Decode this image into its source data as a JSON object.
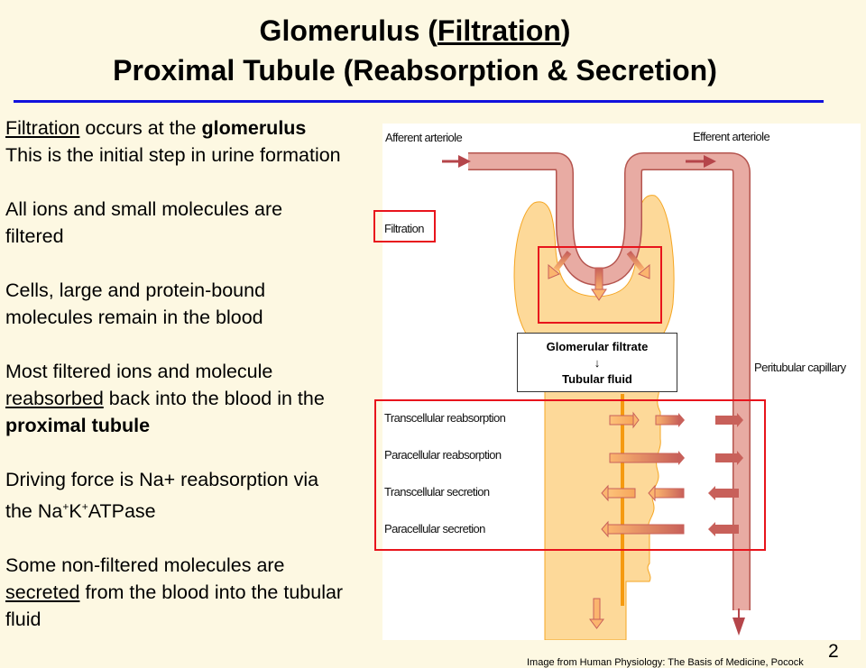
{
  "slide": {
    "title": {
      "line1_prefix": "Glomerulus (",
      "line1_underlined": "Filtration",
      "line1_suffix": ")",
      "line2": "Proximal Tubule (Reabsorption & Secretion)"
    },
    "body": {
      "p1": {
        "underlined": "Filtration",
        "text": " occurs at the ",
        "bold": "glomerulus",
        "line2": "This is the initial step in urine formation"
      },
      "p2": "All ions and small molecules are filtered",
      "p3": "Cells, large and protein-bound molecules remain in the blood",
      "p4": {
        "line1": "Most filtered ions and molecule",
        "underlined": "reabsorbed",
        "text": " back into the blood in the ",
        "bold": "proximal tubule"
      },
      "p5": {
        "text": "Driving force is Na+ reabsorption via the Na",
        "sup1": "+",
        "k": "K",
        "sup2": "+",
        "tail": "ATPase"
      },
      "p6": {
        "line1": "Some non-filtered molecules are",
        "underlined": "secreted",
        "text": " from the blood into the tubular fluid"
      }
    },
    "diagram": {
      "labels": {
        "afferent": "Afferent arteriole",
        "efferent": "Efferent arteriole",
        "filtration": "Filtration",
        "peritubular": "Peritubular capillary",
        "filtrate_line1": "Glomerular filtrate",
        "filtrate_arrow": "↓",
        "filtrate_line2": "Tubular fluid"
      },
      "processes": [
        {
          "label": "Transcellular reabsorption",
          "direction": "right"
        },
        {
          "label": "Paracellular reabsorption",
          "direction": "right"
        },
        {
          "label": "Transcellular secretion",
          "direction": "left"
        },
        {
          "label": "Paracellular secretion",
          "direction": "left"
        }
      ],
      "colors": {
        "vessel": "#e8aba3",
        "vessel_border": "#b5554f",
        "tubule": "#fdd999",
        "tubule_border": "#f5a623",
        "highlight": "#e8141c",
        "arrow_dark": "#c8605a"
      }
    },
    "page_number": "2",
    "citation": "Image from Human Physiology: The Basis of Medicine, Pocock"
  }
}
